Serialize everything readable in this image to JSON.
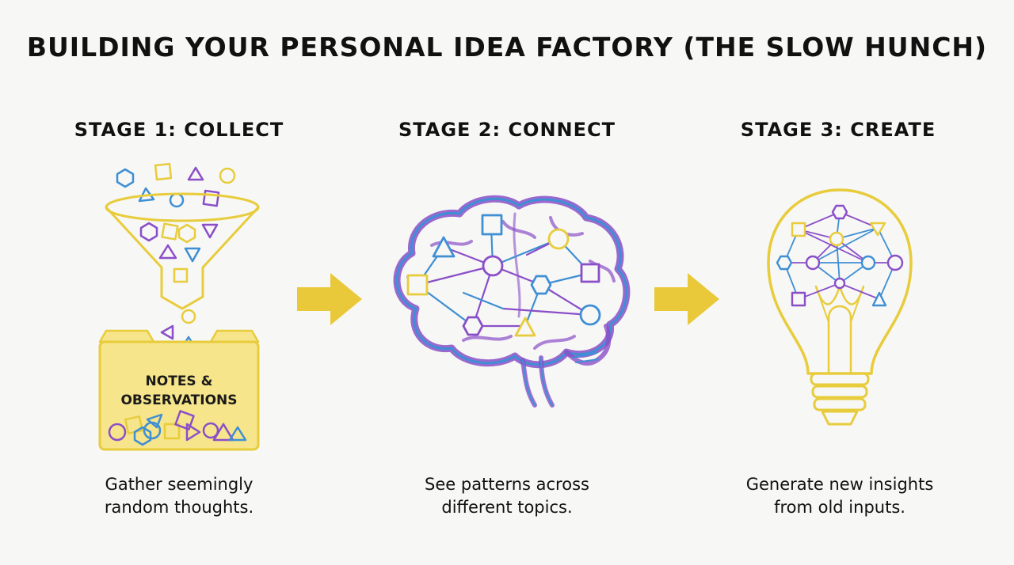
{
  "title": "BUILDING YOUR PERSONAL IDEA FACTORY (THE SLOW HUNCH)",
  "colors": {
    "yellow": "#e8cc3c",
    "blue": "#3f8fd4",
    "purple": "#8a4fc8",
    "folder_fill": "#f6e58a",
    "arrow": "#e9c93a"
  },
  "stages": [
    {
      "title": "STAGE 1: COLLECT",
      "folder_label_line1": "NOTES &",
      "folder_label_line2": "OBSERVATIONS",
      "caption_line1": "Gather seemingly",
      "caption_line2": "random thoughts.",
      "icon": "funnel-icon"
    },
    {
      "title": "STAGE 2: CONNECT",
      "caption_line1": "See patterns across",
      "caption_line2": "different topics.",
      "icon": "brain-icon"
    },
    {
      "title": "STAGE 3: CREATE",
      "caption_line1": "Generate new insights",
      "caption_line2": "from old inputs.",
      "icon": "lightbulb-icon"
    }
  ]
}
